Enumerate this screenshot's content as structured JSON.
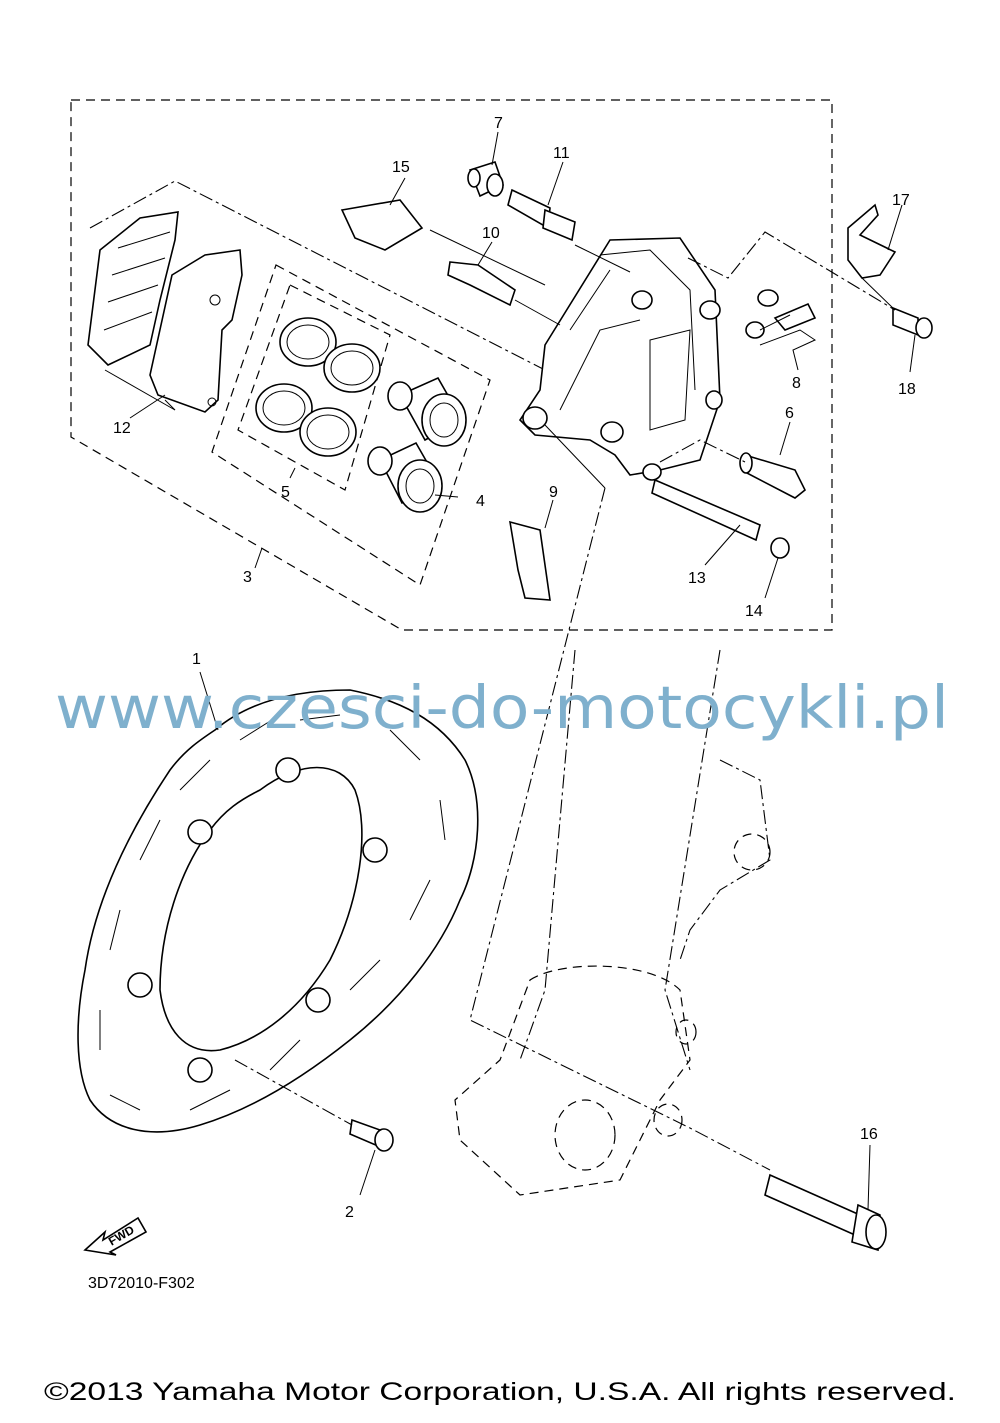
{
  "labels": {
    "p1": "1",
    "p2": "2",
    "p3": "3",
    "p4": "4",
    "p5": "5",
    "p6": "6",
    "p7": "7",
    "p8": "8",
    "p9": "9",
    "p10": "10",
    "p11": "11",
    "p12": "12",
    "p13": "13",
    "p14": "14",
    "p15": "15",
    "p16": "16",
    "p17": "17",
    "p18": "18"
  },
  "diagram_code": "3D72010-F302",
  "fwd_label": "FWD",
  "watermark": "www.czesci-do-motocykli.pl",
  "copyright": "©2013 Yamaha Motor Corporation, U.S.A. All rights reserved."
}
